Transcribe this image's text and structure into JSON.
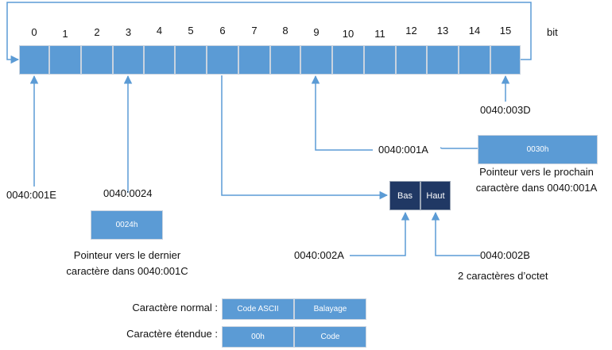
{
  "colors": {
    "cell": "#5b9bd5",
    "dark_cell": "#203864",
    "wire": "#5b9bd5"
  },
  "bits": [
    "0",
    "1",
    "2",
    "3",
    "4",
    "5",
    "6",
    "7",
    "8",
    "9",
    "10",
    "11",
    "12",
    "13",
    "14",
    "15"
  ],
  "bit_axis_label": "bit",
  "addresses": {
    "bit0": "0040:001E",
    "bit3": "0040:0024",
    "bit9": "0040:001A",
    "bit15": "0040:003D",
    "low": "0040:002A",
    "high": "0040:002B"
  },
  "boxes": {
    "tail_value": "0024h",
    "head_value": "0030h"
  },
  "captions": {
    "tail_line1": "Pointeur vers le dernier",
    "tail_line2": "caractère dans 0040:001C",
    "head_line1": "Pointeur vers le prochain",
    "head_line2": "caractère dans 0040:001A",
    "bytes": "2 caractères d’octet"
  },
  "byte_pair": {
    "low": "Bas",
    "high": "Haut"
  },
  "legend": [
    {
      "label": "Caractère normal :",
      "cells": [
        "Code ASCII",
        "Balayage"
      ]
    },
    {
      "label": "Caractère étendue :",
      "cells": [
        "00h",
        "Code"
      ]
    }
  ]
}
